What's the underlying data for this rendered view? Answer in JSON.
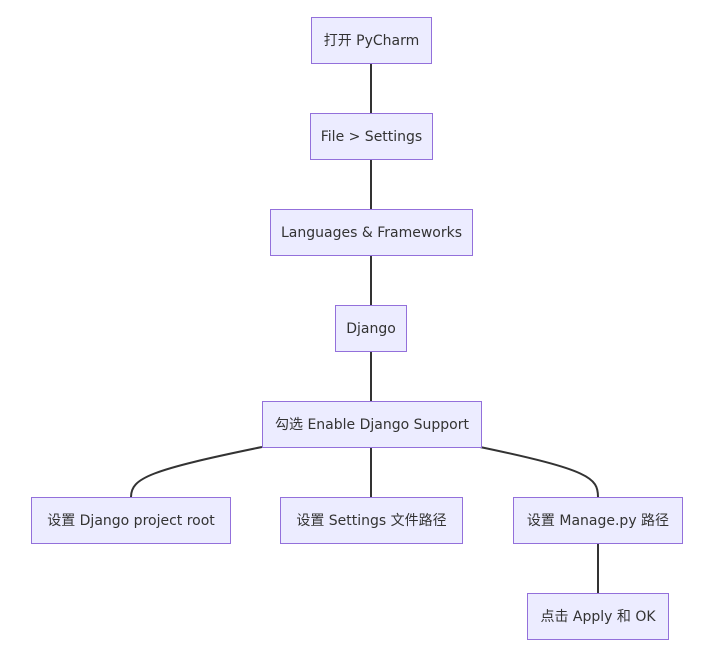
{
  "diagram": {
    "type": "flowchart",
    "direction": "top-down",
    "colors": {
      "node_fill": "#ECECFF",
      "node_border": "#9370DB",
      "edge": "#333333",
      "text": "#333333"
    },
    "nodes": [
      {
        "id": "n1",
        "label": "打开 PyCharm"
      },
      {
        "id": "n2",
        "label": "File > Settings"
      },
      {
        "id": "n3",
        "label": "Languages & Frameworks"
      },
      {
        "id": "n4",
        "label": "Django"
      },
      {
        "id": "n5",
        "label": "勾选 Enable Django Support"
      },
      {
        "id": "n6",
        "label": "设置 Django project root"
      },
      {
        "id": "n7",
        "label": "设置 Settings 文件路径"
      },
      {
        "id": "n8",
        "label": "设置 Manage.py 路径"
      },
      {
        "id": "n9",
        "label": "点击 Apply 和 OK"
      }
    ],
    "edges": [
      {
        "from": "n1",
        "to": "n2"
      },
      {
        "from": "n2",
        "to": "n3"
      },
      {
        "from": "n3",
        "to": "n4"
      },
      {
        "from": "n4",
        "to": "n5"
      },
      {
        "from": "n5",
        "to": "n6"
      },
      {
        "from": "n5",
        "to": "n7"
      },
      {
        "from": "n5",
        "to": "n8"
      },
      {
        "from": "n8",
        "to": "n9"
      }
    ]
  }
}
